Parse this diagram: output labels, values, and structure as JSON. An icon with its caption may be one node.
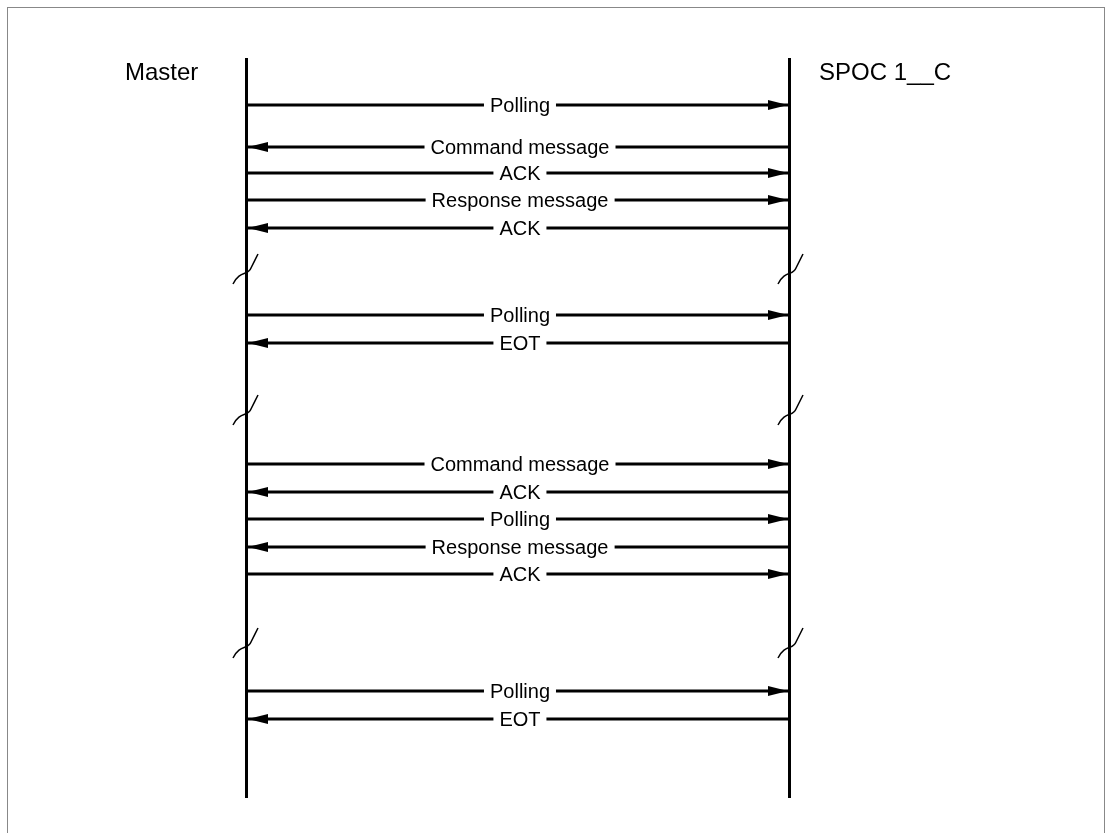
{
  "diagram": {
    "nodes": [
      {
        "text": [
          "Master"
        ]
      },
      {
        "text": [
          "SPOC 1__C"
        ]
      }
    ],
    "edges": [
      {
        "from": 0,
        "to": 1,
        "arrow": "to",
        "label": "Polling"
      },
      {
        "from": 1,
        "to": 0,
        "arrow": "to",
        "label": "Command message"
      },
      {
        "from": 0,
        "to": 1,
        "arrow": "to",
        "label": "ACK"
      },
      {
        "from": 0,
        "to": 1,
        "arrow": "to",
        "label": "Response message"
      },
      {
        "from": 1,
        "to": 0,
        "arrow": "to",
        "label": "ACK"
      },
      {
        "from": 0,
        "to": 1,
        "arrow": "to",
        "label": "Polling"
      },
      {
        "from": 1,
        "to": 0,
        "arrow": "to",
        "label": "EOT"
      },
      {
        "from": 0,
        "to": 1,
        "arrow": "to",
        "label": "Command message"
      },
      {
        "from": 1,
        "to": 0,
        "arrow": "to",
        "label": "ACK"
      },
      {
        "from": 0,
        "to": 1,
        "arrow": "to",
        "label": "Polling"
      },
      {
        "from": 1,
        "to": 0,
        "arrow": "to",
        "label": "Response message"
      },
      {
        "from": 0,
        "to": 1,
        "arrow": "to",
        "label": "ACK"
      },
      {
        "from": 0,
        "to": 1,
        "arrow": "to",
        "label": "Polling"
      },
      {
        "from": 1,
        "to": 0,
        "arrow": "to",
        "label": "EOT"
      }
    ]
  }
}
